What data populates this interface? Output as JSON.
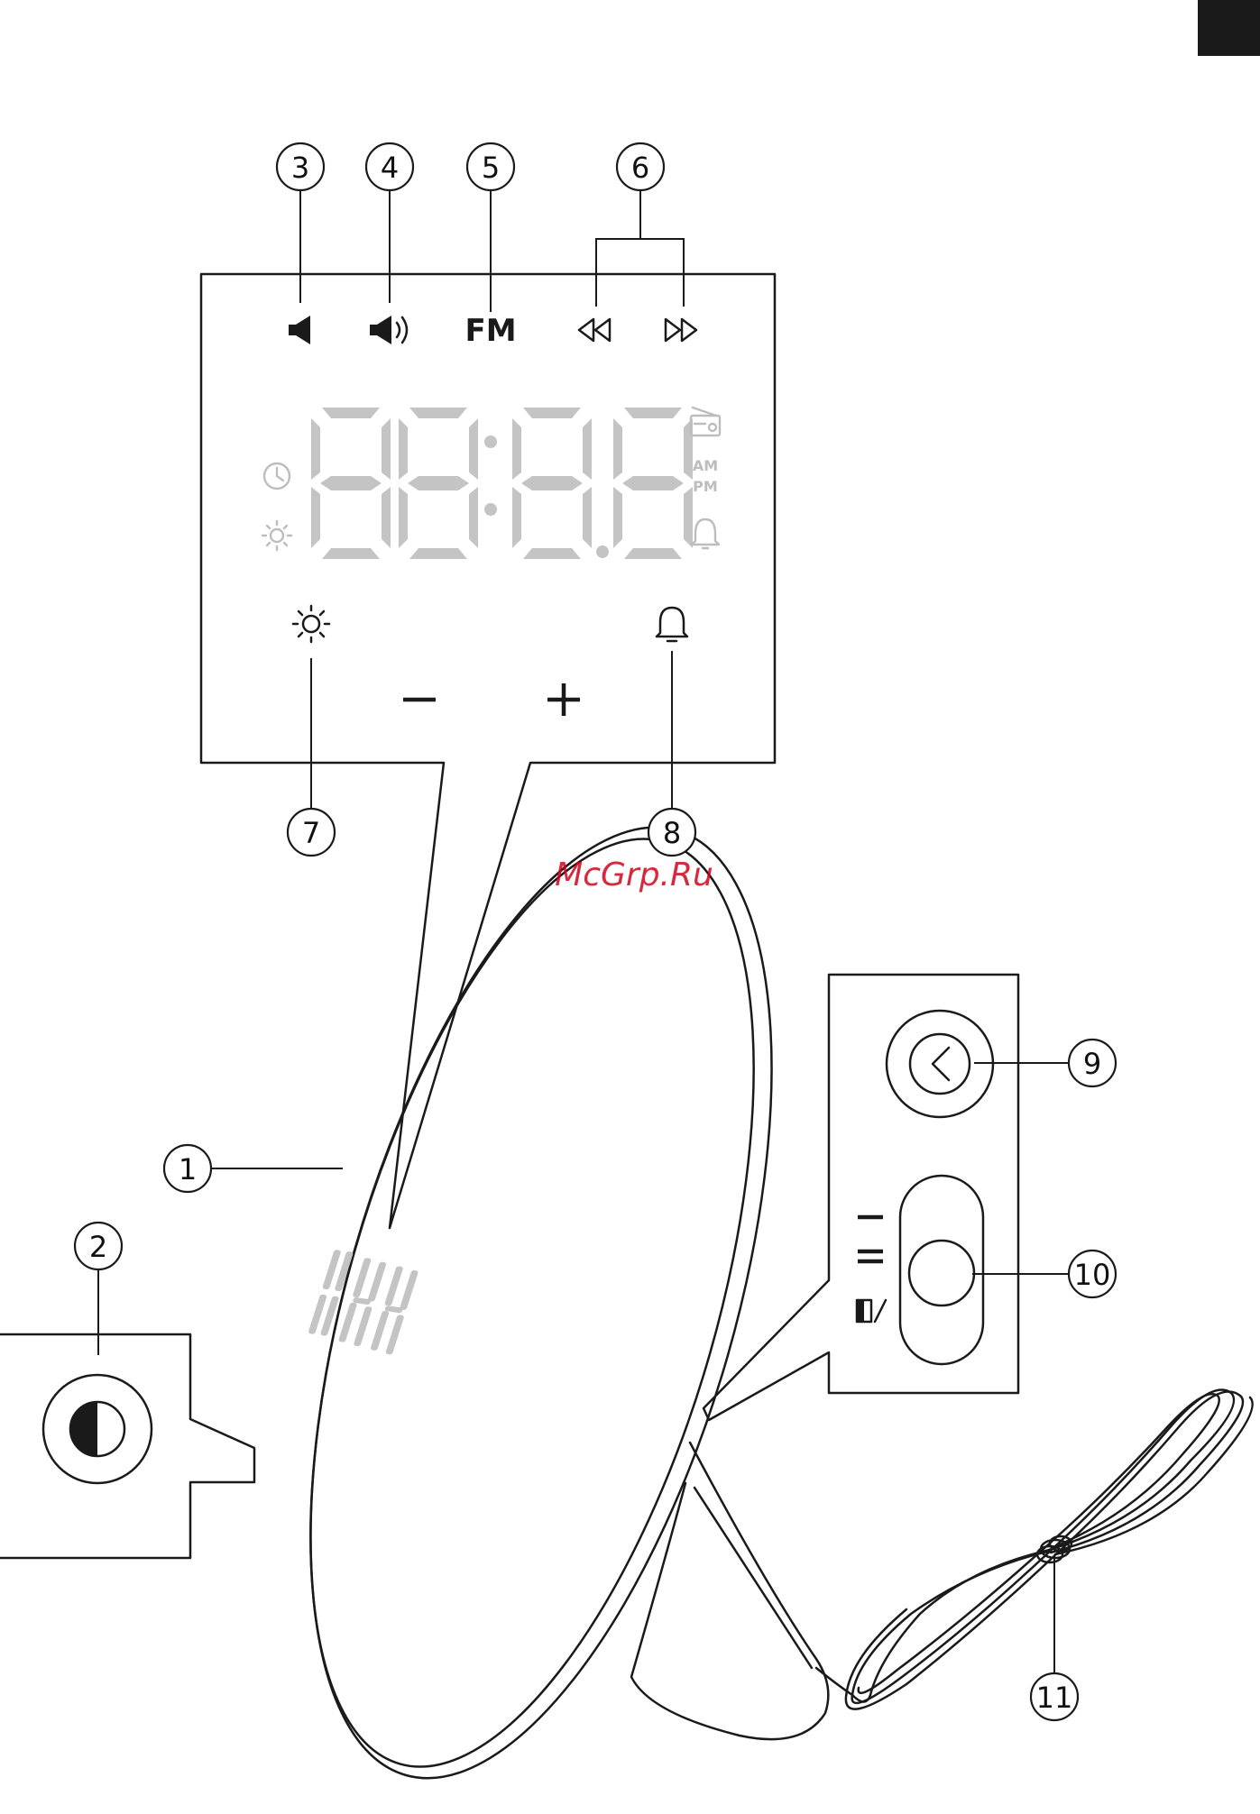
{
  "callouts": [
    {
      "id": "3",
      "label": "3"
    },
    {
      "id": "4",
      "label": "4"
    },
    {
      "id": "5",
      "label": "5"
    },
    {
      "id": "6",
      "label": "6"
    },
    {
      "id": "7",
      "label": "7"
    },
    {
      "id": "8",
      "label": "8"
    },
    {
      "id": "1",
      "label": "1"
    },
    {
      "id": "2",
      "label": "2"
    },
    {
      "id": "9",
      "label": "9"
    },
    {
      "id": "10",
      "label": "10"
    },
    {
      "id": "11",
      "label": "11"
    }
  ],
  "display": {
    "band_label": "FM",
    "am_label": "AM",
    "pm_label": "PM",
    "watermark": "McGrp.Ru"
  },
  "icons": {
    "volume_down": "speaker-low-icon",
    "volume_up": "speaker-high-icon",
    "rewind": "rewind-icon",
    "fast_forward": "fast-forward-icon",
    "alarm_clock": "alarm-clock-icon",
    "sun_small": "sun-icon",
    "radio": "radio-icon",
    "bell_small": "bell-icon",
    "brightness_button": "sun-icon",
    "alarm_button": "bell-icon",
    "minus": "minus-icon",
    "plus": "plus-icon",
    "light_button": "half-circle-icon",
    "clock_back": "chevron-left-icon",
    "switch_off": "single-line-icon",
    "switch_on": "double-line-icon",
    "switch_demo": "demo-icon"
  },
  "colors": {
    "ink": "#1a1a1a",
    "ghost_segments": "#c4c4c4",
    "watermark": "#d0021b",
    "corner_tab": "#1a1a1a"
  }
}
